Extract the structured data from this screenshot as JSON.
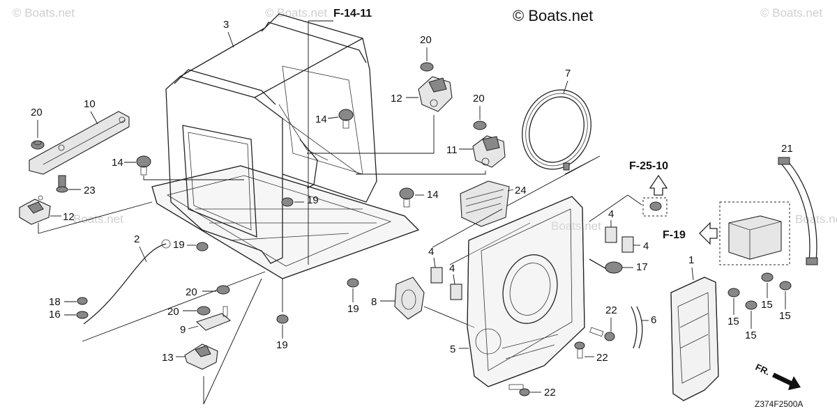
{
  "watermarks": {
    "top_left": "© Boats.net",
    "top_center": "© Boats.net",
    "top_right": "© Boats.net",
    "mid_left": "Boats.net",
    "mid_right": "Boats.net",
    "right_edge": "Boats.net"
  },
  "copyright": "© Boats.net",
  "diagram_code": "Z374F2500A",
  "front_arrow_label": "FR.",
  "references": [
    {
      "id": "ref-f-14-11",
      "label": "F-14-11"
    },
    {
      "id": "ref-f-25-10",
      "label": "F-25-10"
    },
    {
      "id": "ref-f-19",
      "label": "F-19"
    }
  ],
  "callouts": [
    {
      "id": "c3",
      "label": "3"
    },
    {
      "id": "c10",
      "label": "10"
    },
    {
      "id": "c20a",
      "label": "20"
    },
    {
      "id": "c23",
      "label": "23"
    },
    {
      "id": "c12a",
      "label": "12"
    },
    {
      "id": "c14a",
      "label": "14"
    },
    {
      "id": "c14b",
      "label": "14"
    },
    {
      "id": "c14c",
      "label": "14"
    },
    {
      "id": "c20b",
      "label": "20"
    },
    {
      "id": "c12b",
      "label": "12"
    },
    {
      "id": "c20c",
      "label": "20"
    },
    {
      "id": "c11",
      "label": "11"
    },
    {
      "id": "c7",
      "label": "7"
    },
    {
      "id": "c24",
      "label": "24"
    },
    {
      "id": "c19a",
      "label": "19"
    },
    {
      "id": "c19b",
      "label": "19"
    },
    {
      "id": "c19c",
      "label": "19"
    },
    {
      "id": "c19d",
      "label": "19"
    },
    {
      "id": "c2",
      "label": "2"
    },
    {
      "id": "c18",
      "label": "18"
    },
    {
      "id": "c16",
      "label": "16"
    },
    {
      "id": "c20d",
      "label": "20"
    },
    {
      "id": "c20e",
      "label": "20"
    },
    {
      "id": "c9",
      "label": "9"
    },
    {
      "id": "c13",
      "label": "13"
    },
    {
      "id": "c8",
      "label": "8"
    },
    {
      "id": "c4a",
      "label": "4"
    },
    {
      "id": "c4b",
      "label": "4"
    },
    {
      "id": "c4c",
      "label": "4"
    },
    {
      "id": "c4d",
      "label": "4"
    },
    {
      "id": "c17",
      "label": "17"
    },
    {
      "id": "c5",
      "label": "5"
    },
    {
      "id": "c22a",
      "label": "22"
    },
    {
      "id": "c22b",
      "label": "22"
    },
    {
      "id": "c22c",
      "label": "22"
    },
    {
      "id": "c6",
      "label": "6"
    },
    {
      "id": "c21",
      "label": "21"
    },
    {
      "id": "c1",
      "label": "1"
    },
    {
      "id": "c15a",
      "label": "15"
    },
    {
      "id": "c15b",
      "label": "15"
    },
    {
      "id": "c15c",
      "label": "15"
    },
    {
      "id": "c15d",
      "label": "15"
    }
  ]
}
